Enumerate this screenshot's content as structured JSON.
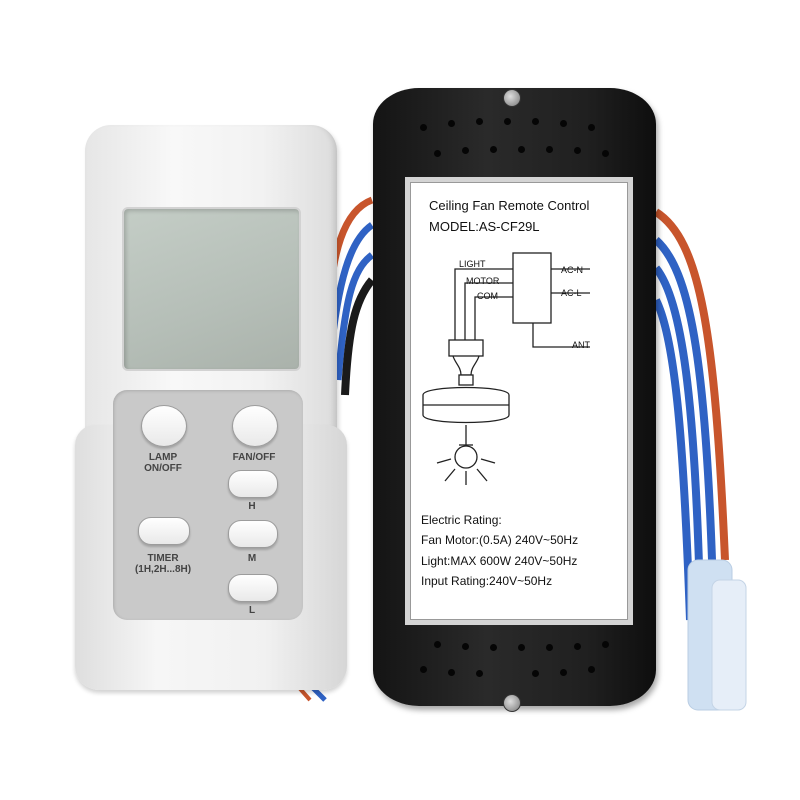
{
  "remote": {
    "buttons": {
      "lamp": "LAMP\nON/OFF",
      "fan_off": "FAN/OFF",
      "high": "H",
      "timer": "TIMER\n(1H,2H...8H)",
      "medium": "M",
      "low": "L"
    }
  },
  "receiver": {
    "title": "Ceiling Fan Remote Control",
    "model": "MODEL:AS-CF29L",
    "wiring": {
      "light": "LIGHT",
      "motor": "MOTOR",
      "com": "COM",
      "ac_n": "AC-N",
      "ac_l": "AC-L",
      "ant": "ANT"
    },
    "rating_heading": "Electric Rating:",
    "fan_motor": "Fan Motor:(0.5A) 240V~50Hz",
    "light_rating": "Light:MAX 600W 240V~50Hz",
    "input_rating": "Input Rating:240V~50Hz"
  },
  "wire_colors": {
    "red": "#c8552c",
    "blue": "#2f62c4",
    "black": "#1a1a1a",
    "sleeve": "#cfe0f2"
  }
}
